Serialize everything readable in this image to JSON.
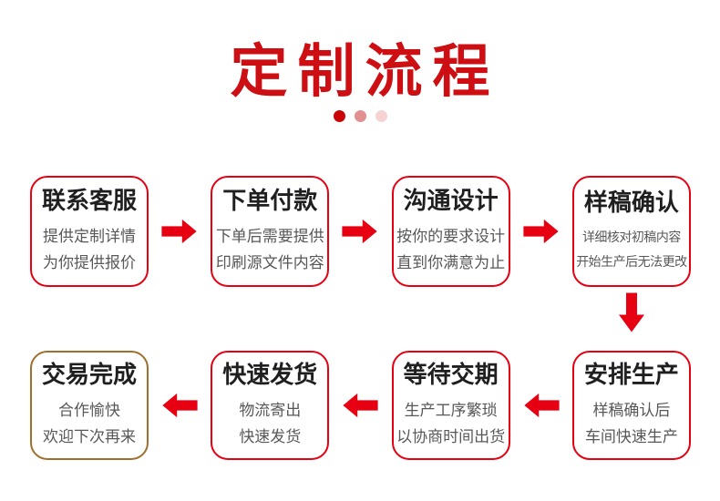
{
  "header": {
    "title": "定制流程",
    "dot_colors": [
      "#cb0406",
      "#e28f8f",
      "#f6d3d3"
    ]
  },
  "steps": [
    {
      "title": "联系客服",
      "lines": [
        "提供定制详情",
        "为你提供报价"
      ]
    },
    {
      "title": "下单付款",
      "lines": [
        "下单后需要提供",
        "印刷源文件内容"
      ]
    },
    {
      "title": "沟通设计",
      "lines": [
        "按你的要求设计",
        "直到你满意为止"
      ]
    },
    {
      "title": "样稿确认",
      "lines": [
        "详细核对初稿内容",
        "开始生产后无法更改"
      ]
    },
    {
      "title": "安排生产",
      "lines": [
        "样稿确认后",
        "车间快速生产"
      ]
    },
    {
      "title": "等待交期",
      "lines": [
        "生产工序繁琐",
        "以协商时间出货"
      ]
    },
    {
      "title": "快速发货",
      "lines": [
        "物流寄出",
        "快速发货"
      ]
    },
    {
      "title": "交易完成",
      "lines": [
        "合作愉快",
        "欢迎下次再来"
      ]
    }
  ],
  "colors": {
    "title_red": "#cd0f13",
    "accent_red": "#e60012",
    "gold_border": "#9e6f2d",
    "step_title_text": "#1f1f1f",
    "step_sub_text": "#595757"
  }
}
